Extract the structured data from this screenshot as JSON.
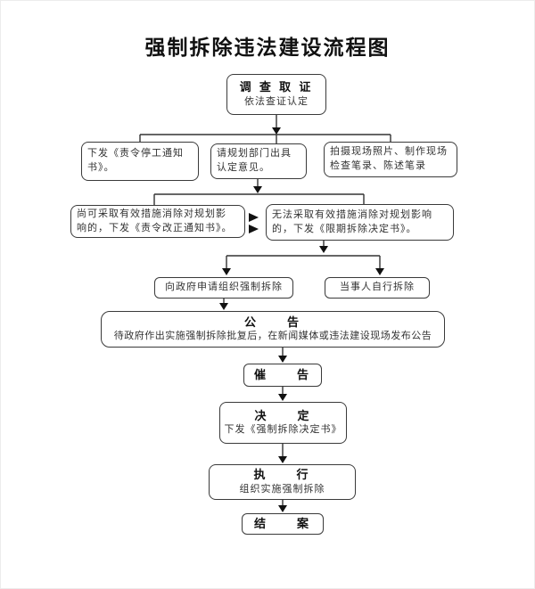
{
  "page": {
    "title": "强制拆除违法建设流程图"
  },
  "nodes": {
    "investigate": {
      "title": "调 查 取 证",
      "subtitle": "依法查证认定"
    },
    "stop_work": {
      "text": "下发《责令停工通知\n书》。"
    },
    "planning_opinion": {
      "text": "请规划部门出具\n认定意见。"
    },
    "site_records": {
      "text": "拍摄现场照片、制作现场\n检查笔录、陈述笔录"
    },
    "correctable": {
      "text": "尚可采取有效措施消除对规划影\n响的，下发《责令改正通知书》。"
    },
    "uncorrectable": {
      "text": "无法采取有效措施消除对规划影响\n的，下发《限期拆除决定书》。"
    },
    "apply_government": {
      "text": "向政府申请组织强制拆除"
    },
    "self_demolish": {
      "text": "当事人自行拆除"
    },
    "announcement": {
      "title": "公　　告",
      "subtitle": "待政府作出实施强制拆除批复后，在新闻媒体或违法建设现场发布公告"
    },
    "urge": {
      "title": "催　　告"
    },
    "decision": {
      "title": "决　　定",
      "subtitle": "下发《强制拆除决定书》"
    },
    "execute": {
      "title": "执　　行",
      "subtitle": "组织实施强制拆除"
    },
    "close_case": {
      "title": "结　　案"
    }
  }
}
